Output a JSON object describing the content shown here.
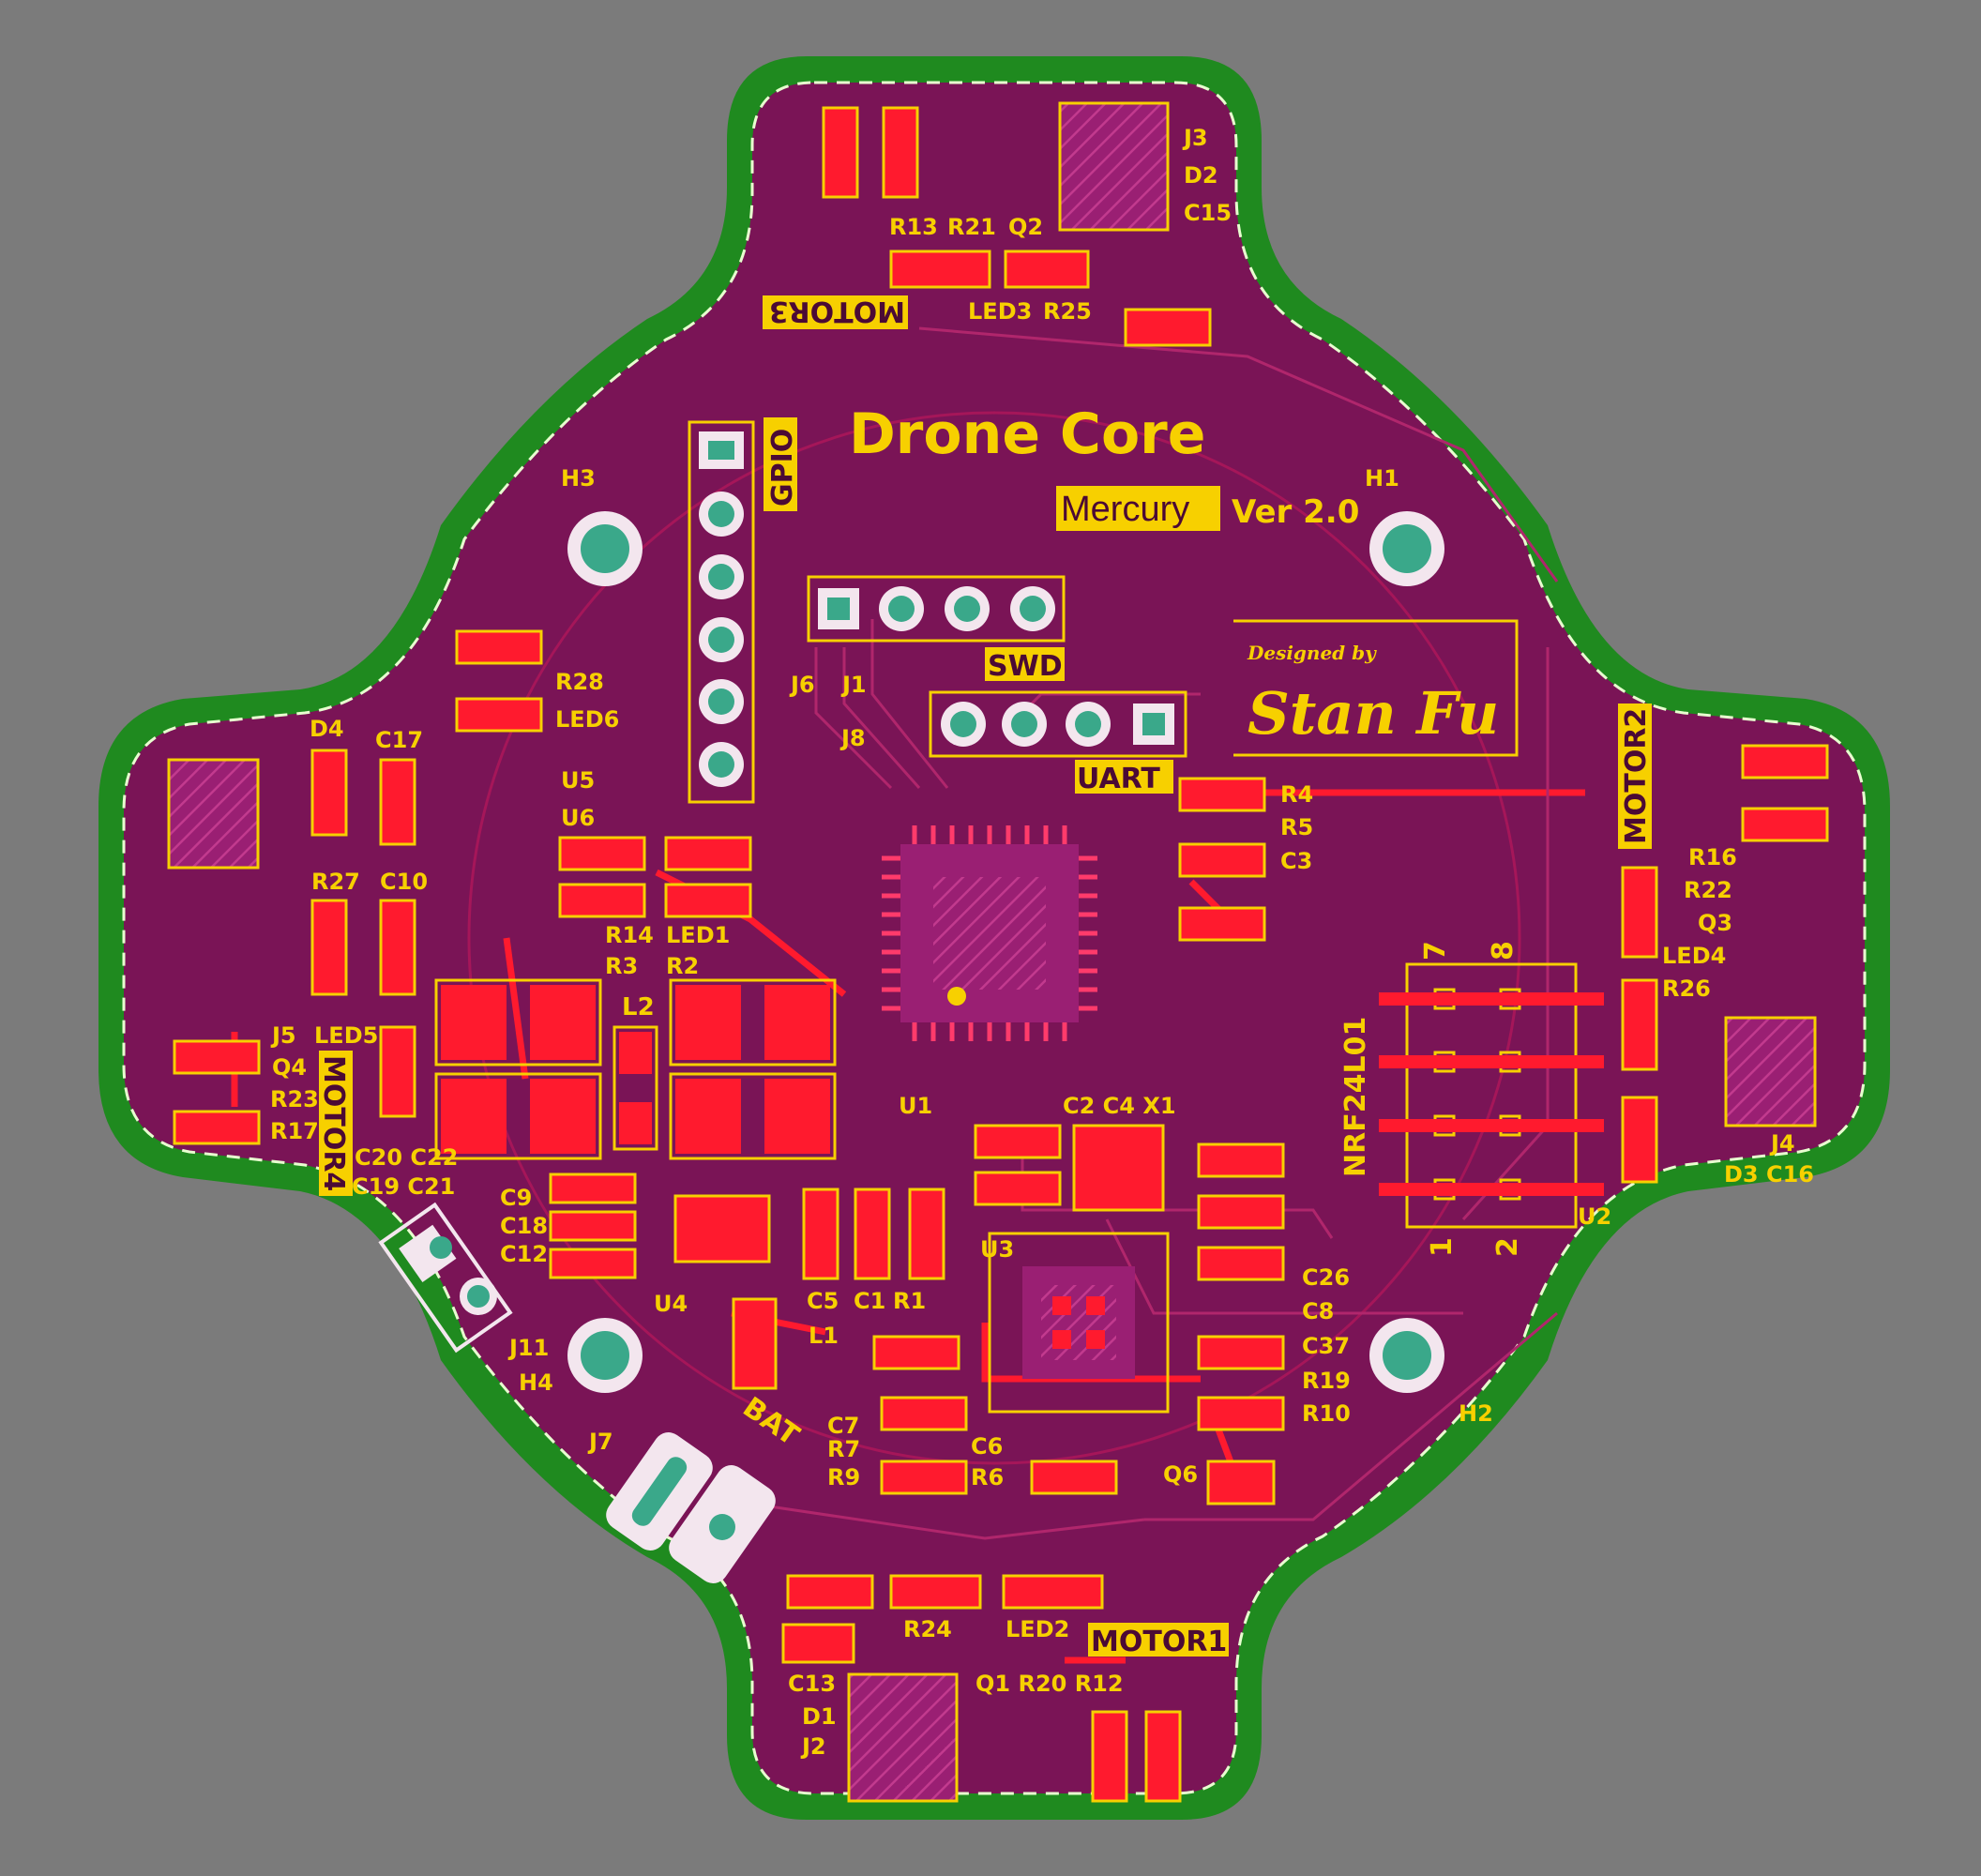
{
  "board": {
    "title": "Drone Core",
    "model": "Mercury",
    "version": "Ver 2.0",
    "designed_by": "Designed by",
    "designer": "Stan Fu",
    "colors": {
      "background": "#7b7b7b",
      "edge": "#1f8a1f",
      "edge_dash": "#e8ffd0",
      "board": "#7a1456",
      "copper": "#ff1a2e",
      "silkscreen": "#f7d000",
      "pad_teal": "#3aa88a",
      "ic_body": "#9a1f73"
    }
  },
  "header_labels": {
    "gpio": "GPIO",
    "swd": "SWD",
    "uart": "UART",
    "nrf": "NRF24L01",
    "bat": "BAT",
    "motor1": "MOTOR1",
    "motor2": "MOTOR2",
    "motor3": "MOTOR3",
    "motor4": "MOTOR4"
  },
  "designators": {
    "j3": "J3",
    "d2": "D2",
    "c15": "C15",
    "r13": "R13",
    "r21": "R21",
    "q2": "Q2",
    "led3": "LED3",
    "r25": "R25",
    "h3": "H3",
    "h1": "H1",
    "h2": "H2",
    "h4": "H4",
    "r28": "R28",
    "led6": "LED6",
    "u5": "U5",
    "u6": "U6",
    "d4": "D4",
    "c17": "C17",
    "r27": "R27",
    "c10": "C10",
    "j6": "J6",
    "j1": "J1",
    "j8": "J8",
    "r4": "R4",
    "r5": "R5",
    "c3": "C3",
    "r16": "R16",
    "r22": "R22",
    "q3": "Q3",
    "led4": "LED4",
    "r26": "R26",
    "r14": "R14",
    "led1": "LED1",
    "r3": "R3",
    "r2": "R2",
    "l2": "L2",
    "j5": "J5",
    "led5": "LED5",
    "q4": "Q4",
    "r23": "R23",
    "r17": "R17",
    "u1": "U1",
    "c2c4x1": "C2 C4 X1",
    "pin7": "7",
    "pin8": "8",
    "pin1": "1",
    "pin2": "2",
    "j4": "J4",
    "d3c16": "D3 C16",
    "u2": "U2",
    "c20c22": "C20 C22",
    "c19c21": "C19 C21",
    "c9": "C9",
    "c18": "C18",
    "c12": "C12",
    "u4": "U4",
    "u3": "U3",
    "c5": "C5",
    "c1": "C1",
    "r1": "R1",
    "l1": "L1",
    "c26": "C26",
    "c8": "C8",
    "c37": "C37",
    "r19": "R19",
    "r10": "R10",
    "j11": "J11",
    "j7": "J7",
    "c7": "C7",
    "r7": "R7",
    "r9": "R9",
    "c6": "C6",
    "r6": "R6",
    "q6": "Q6",
    "r24": "R24",
    "led2": "LED2",
    "c13": "C13",
    "d1": "D1",
    "j2": "J2",
    "q1r20r12": "Q1 R20 R12"
  }
}
